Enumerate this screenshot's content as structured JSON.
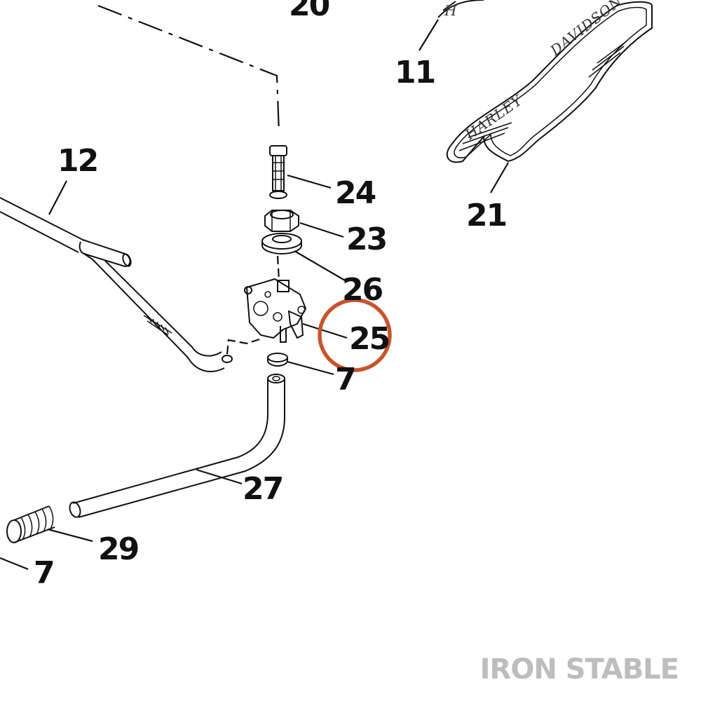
{
  "callouts": {
    "c20": "20",
    "c11": "11",
    "c21": "21",
    "c12": "12",
    "c24": "24",
    "c23": "23",
    "c26": "26",
    "c25": "25",
    "c7a": "7",
    "c27": "27",
    "c29": "29",
    "c7b": "7"
  },
  "logo": {
    "upper_text": "DAVIDSON",
    "lower_text": "HARLEY",
    "partial_text": "H"
  },
  "watermark": "IRON STABLE",
  "colors": {
    "highlight_circle": "#c8542b",
    "watermark": "#bdbdbd",
    "line": "#111111"
  }
}
